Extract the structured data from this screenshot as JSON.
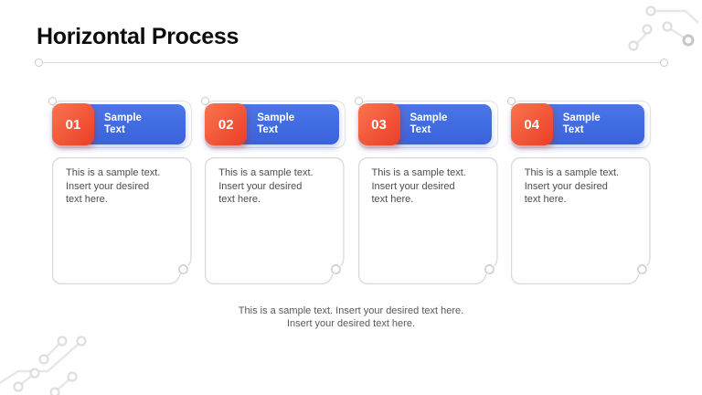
{
  "title": "Horizontal Process",
  "cards": [
    {
      "number": "01",
      "title": "Sample Text",
      "body": "This is a sample text.\nInsert your desired\ntext here."
    },
    {
      "number": "02",
      "title": "Sample Text",
      "body": "This is a sample text.\nInsert your desired\ntext here."
    },
    {
      "number": "03",
      "title": "Sample Text",
      "body": "This is a sample text.\nInsert your desired\ntext here."
    },
    {
      "number": "04",
      "title": "Sample Text",
      "body": "This is a sample text.\nInsert your desired\ntext here."
    }
  ],
  "caption": "This is a sample text. Insert your desired text here.\nInsert your desired text here.",
  "colors": {
    "header_blue_top": "#4a76e6",
    "header_blue_bottom": "#3a62dc",
    "badge_orange_top": "#f9754f",
    "badge_orange_bottom": "#ec3d26",
    "outline_gray": "#d9d9d9",
    "text_gray": "#4d4d4d",
    "caption_gray": "#595959",
    "title_black": "#0d0d0d"
  },
  "icons": {
    "top_right_decoration": "circuit-trace",
    "bottom_left_decoration": "circuit-trace",
    "line_terminals": "pin-circle"
  }
}
